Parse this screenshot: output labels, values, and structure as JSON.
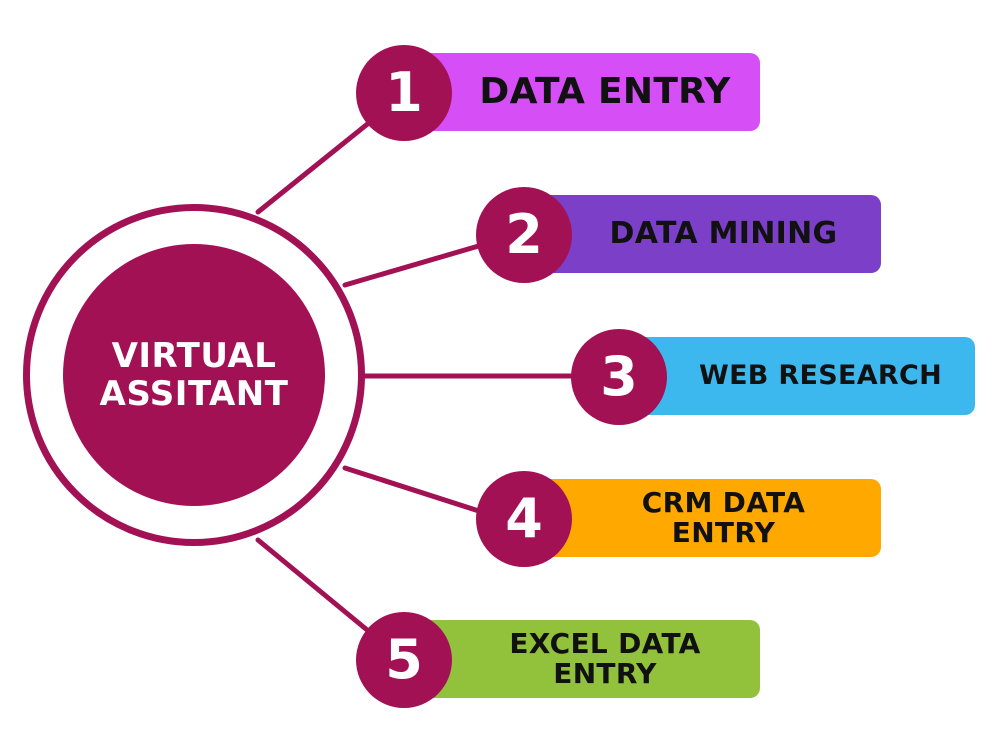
{
  "hub": {
    "label": "VIRTUAL ASSITANT"
  },
  "items": [
    {
      "number": "1",
      "label": "DATA ENTRY"
    },
    {
      "number": "2",
      "label": "DATA MINING"
    },
    {
      "number": "3",
      "label": "WEB RESEARCH"
    },
    {
      "number": "4",
      "label": "CRM DATA ENTRY"
    },
    {
      "number": "5",
      "label": "EXCEL DATA ENTRY"
    }
  ],
  "colors": {
    "hub": "#a31155",
    "item_1": "#d64ef5",
    "item_2": "#7b3fc8",
    "item_3": "#3db8ee",
    "item_4": "#ffa900",
    "item_5": "#92c13c"
  }
}
